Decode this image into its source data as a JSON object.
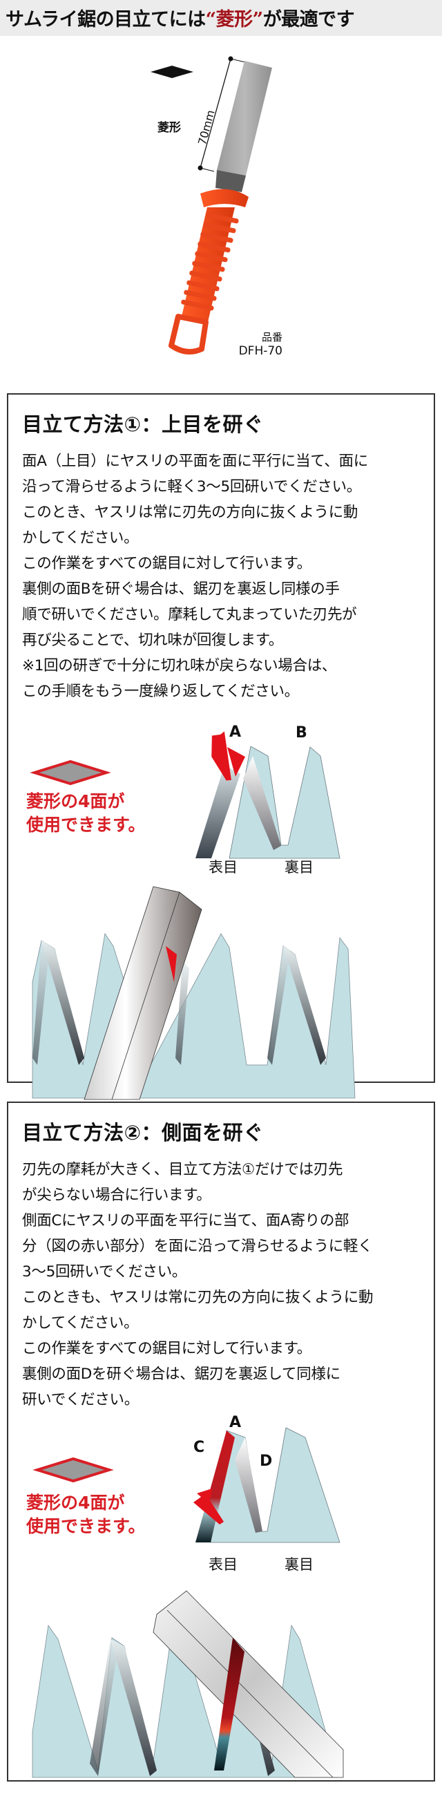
{
  "header": {
    "title_prefix": "サムライ鋸の目立てには",
    "title_accent": "“菱形”",
    "title_suffix": "が最適です",
    "accent_color": "#a3141b",
    "background": "#ececec"
  },
  "product": {
    "shape_label": "菱形",
    "length_label": "70mm",
    "code_label": "品番",
    "code_value": "DFH-70",
    "handle_color": "#e8431a"
  },
  "method1": {
    "title": "目立て方法①：上目を研ぐ",
    "paragraphs": [
      "面A（上目）にヤスリの平面を面に平行に当て、面に",
      "沿って滑らせるように軽く3～5回研いでください。",
      "このとき、ヤスリは常に刃先の方向に抜くように動",
      "かしてください。",
      "この作業をすべての鋸目に対して行います。",
      "裏側の面Bを研ぐ場合は、鋸刃を裏返し同様の手",
      "順で研いでください。摩耗して丸まっていた刃先が",
      "再び尖ることで、切れ味が回復します。",
      "※1回の研ぎで十分に切れ味が戻らない場合は、",
      "この手順をもう一度繰り返してください。"
    ],
    "note_line1": "菱形の4面が",
    "note_line2": "使用できます。",
    "face_a": "A",
    "face_b": "B",
    "front_label": "表目",
    "back_label": "裏目"
  },
  "method2": {
    "title": "目立て方法②：側面を研ぐ",
    "paragraphs": [
      "刃先の摩耗が大きく、目立て方法①だけでは刃先",
      "が尖らない場合に行います。",
      "側面Cにヤスリの平面を平行に当て、面A寄りの部",
      "分（図の赤い部分）を面に沿って滑らせるように軽く",
      "3～5回研いでください。",
      "このときも、ヤスリは常に刃先の方向に抜くように動",
      "かしてください。",
      "この作業をすべての鋸目に対して行います。",
      "裏側の面Dを研ぐ場合は、鋸刃を裏返して同様に",
      "研いでください。"
    ],
    "note_line1": "菱形の4面が",
    "note_line2": "使用できます。",
    "face_a": "A",
    "face_c": "C",
    "face_d": "D",
    "front_label": "表目",
    "back_label": "裏目"
  },
  "colors": {
    "note_red": "#d81f26",
    "tooth_blue": "#c2dfe4",
    "border": "#333333"
  }
}
